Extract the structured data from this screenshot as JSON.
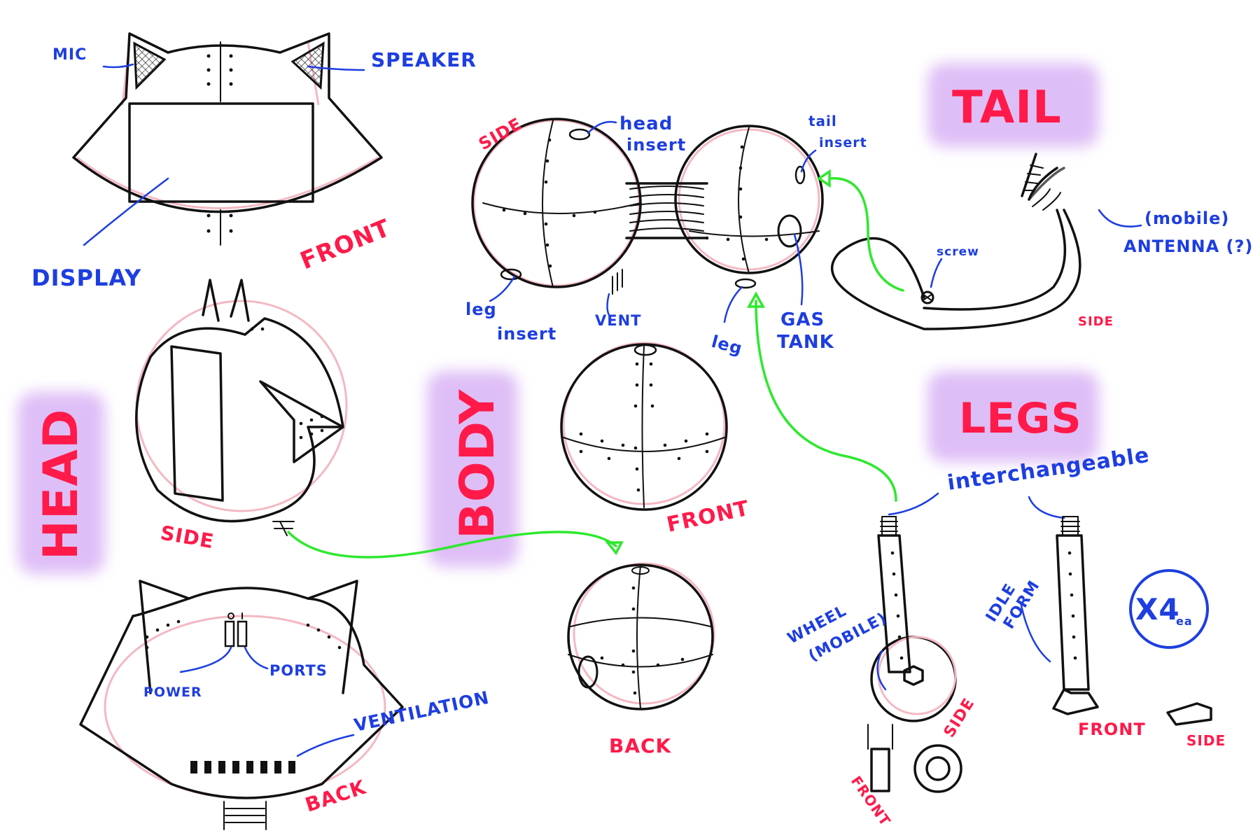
{
  "labels": {
    "mic": "MIC",
    "speaker": "SPEAKER",
    "display": "DISPLAY",
    "front_head": "FRONT",
    "side_head": "SIDE",
    "back_head": "BACK",
    "power": "POWER",
    "ports": "PORTS",
    "ventilation": "VENTILATION",
    "head_title": "HEAD",
    "body_title": "BODY",
    "side_body": "SIDE",
    "head_insert_1": "head",
    "head_insert_2": "insert",
    "tail_insert_1": "tail",
    "tail_insert_2": "insert",
    "leg_insert_1": "leg",
    "leg_insert_2": "insert",
    "vent": "VENT",
    "leg": "leg",
    "gas_1": "GAS",
    "gas_2": "TANK",
    "front_body": "FRONT",
    "back_body": "BACK",
    "tail_title": "TAIL",
    "screw": "screw",
    "antenna_1": "(mobile)",
    "antenna_2": "ANTENNA (?)",
    "side_tail": "SIDE",
    "legs_title": "LEGS",
    "interchangeable": "interchangeable",
    "wheel_1": "WHEEL",
    "wheel_2": "(MOBILE)",
    "side_wheel": "SIDE",
    "front_wheel": "FRONT",
    "idle_1": "IDLE",
    "idle_2": "FORM",
    "x4_main": "X4",
    "x4_sub": "ea",
    "front_leg": "FRONT",
    "side_leg": "SIDE"
  },
  "colors": {
    "label_blue": "#1d3ee0",
    "label_red": "#ff1a4a",
    "highlight": "#d9b3f5",
    "arrow_green": "#2ee82e"
  }
}
